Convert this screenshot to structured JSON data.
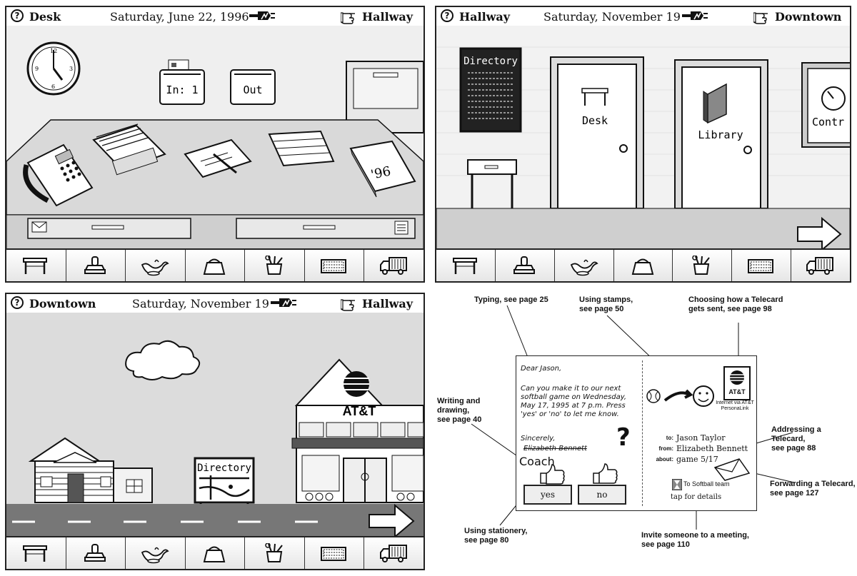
{
  "desk": {
    "location": "Desk",
    "date": "Saturday, June 22, 1996",
    "destination": "Hallway",
    "inbox_label": "In: 1",
    "outbox_label": "Out",
    "datebook_label": "'96"
  },
  "hallway": {
    "location": "Hallway",
    "date": "Saturday, November 19",
    "destination": "Downtown",
    "directory_sign": "Directory",
    "door_desk_label": "Desk",
    "door_library_label": "Library",
    "door_control_label": "Contr"
  },
  "downtown": {
    "location": "Downtown",
    "date": "Saturday, November 19",
    "destination": "Hallway",
    "directory_sign": "Directory",
    "store_sign": "AT&T"
  },
  "toolbar": [
    "desk",
    "stamp",
    "magic-lamp",
    "bag",
    "tools-cup",
    "keyboard",
    "truck"
  ],
  "telecard": {
    "greeting": "Dear Jason,",
    "body": "Can you make it to our next softball game on Wednesday, May 17, 1995 at 7 p.m. Press 'yes' or 'no' to let me know.",
    "closing": "Sincerely,",
    "signature_struck": "Elizabeth Bennett",
    "handwritten": "Coach",
    "question_mark": "?",
    "yes_label": "yes",
    "no_label": "no",
    "att_logo_text": "AT&T",
    "service_note": "Internet via AT&T PersonaLink",
    "to_label": "to:",
    "to_value": "Jason Taylor",
    "from_label": "from:",
    "from_value": "Elizabeth Bennett",
    "about_label": "about:",
    "about_value": "game 5/17",
    "forward_to": "To Softball team",
    "tap_note": "tap for details"
  },
  "callouts": {
    "typing": "Typing, see page 25",
    "stamps_1": "Using stamps,",
    "stamps_2": "see page 50",
    "choosing_1": "Choosing how a Telecard",
    "choosing_2": "gets sent, see page 98",
    "writing_1": "Writing and",
    "writing_2": "drawing,",
    "writing_3": "see page 40",
    "addressing_1": "Addressing a Telecard,",
    "addressing_2": "see page 88",
    "forwarding_1": "Forwarding a Telecard,",
    "forwarding_2": "see page 127",
    "stationery_1": "Using stationery,",
    "stationery_2": "see page 80",
    "invite_1": "Invite someone to a meeting,",
    "invite_2": "see page 110"
  }
}
